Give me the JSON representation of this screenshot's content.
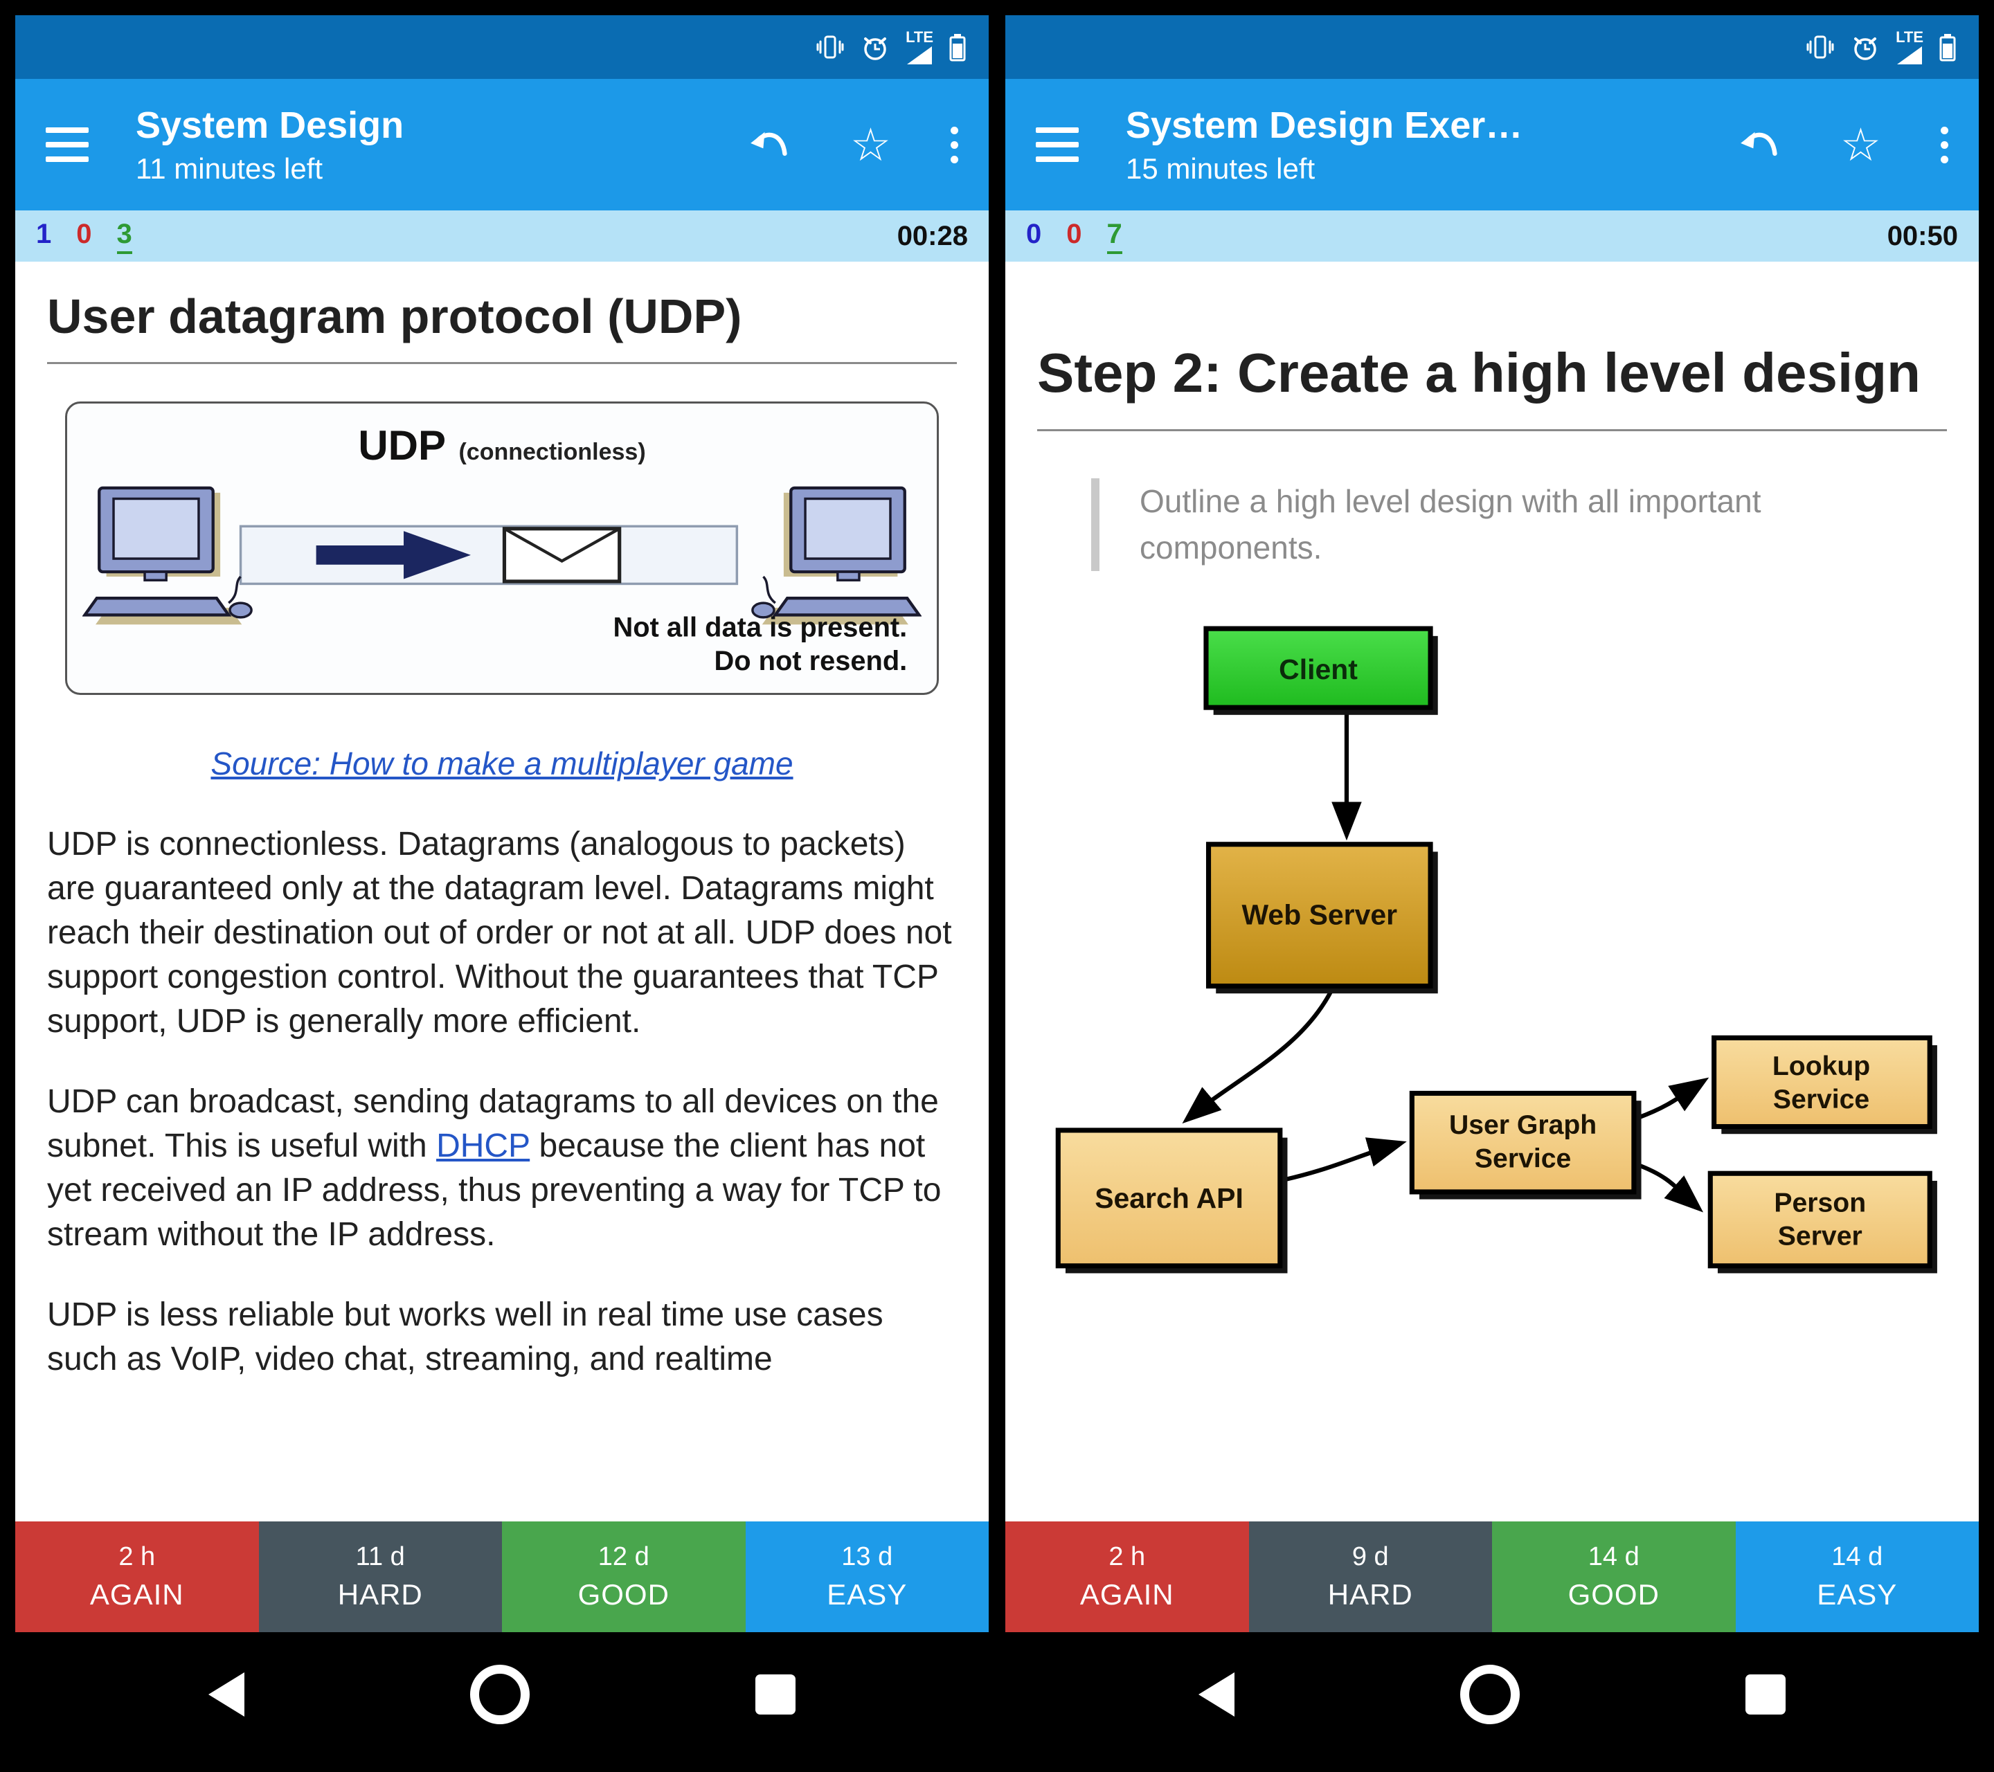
{
  "colors": {
    "statusbar": "#0a6cb2",
    "appbar": "#1c99e8",
    "counter_bg": "#b5e2f7",
    "new_count": "#2323c8",
    "learning_count": "#cc2a2a",
    "review_count": "#2e9a34",
    "link": "#2456c7",
    "again": "#cb3a36",
    "hard": "#46555e",
    "good": "#49a64d",
    "easy": "#1e9be9",
    "client_node": "#33cc33",
    "webserver_node": "#cf9e28",
    "service_node": "#f2cd8c"
  },
  "statusbar": {
    "lte": "LTE"
  },
  "left": {
    "appbar": {
      "title": "System Design",
      "subtitle": "11 minutes left"
    },
    "counter": {
      "new": "1",
      "learning": "0",
      "review": "3",
      "timer": "00:28"
    },
    "card": {
      "title": "User datagram protocol (UDP)",
      "figure": {
        "heading": "UDP",
        "heading_note": "(connectionless)",
        "caption_line1": "Not all data is present.",
        "caption_line2": "Do not resend."
      },
      "source_link": "Source: How to make a multiplayer game",
      "paragraph1": "UDP is connectionless. Datagrams (analogous to packets) are guaranteed only at the datagram level. Datagrams might reach their destination out of order or not at all. UDP does not support congestion control. Without the guarantees that TCP support, UDP is generally more efficient.",
      "paragraph2_before": "UDP can broadcast, sending datagrams to all devices on the subnet. This is useful with ",
      "paragraph2_link": "DHCP",
      "paragraph2_after": " because the client has not yet received an IP address, thus preventing a way for TCP to stream without the IP address.",
      "paragraph3": "UDP is less reliable but works well in real time use cases such as VoIP, video chat, streaming, and realtime"
    },
    "answers": [
      {
        "time": "2 h",
        "label": "AGAIN"
      },
      {
        "time": "11 d",
        "label": "HARD"
      },
      {
        "time": "12 d",
        "label": "GOOD"
      },
      {
        "time": "13 d",
        "label": "EASY"
      }
    ]
  },
  "right": {
    "appbar": {
      "title": "System Design Exer…",
      "subtitle": "15 minutes left"
    },
    "counter": {
      "new": "0",
      "learning": "0",
      "review": "7",
      "timer": "00:50"
    },
    "card": {
      "title": "Step 2: Create a high level design",
      "quote": "Outline a high level design with all important components.",
      "diagram_nodes": [
        {
          "line1": "Client",
          "line2": ""
        },
        {
          "line1": "Web Server",
          "line2": ""
        },
        {
          "line1": "Search API",
          "line2": ""
        },
        {
          "line1": "User Graph",
          "line2": "Service"
        },
        {
          "line1": "Lookup",
          "line2": "Service"
        },
        {
          "line1": "Person",
          "line2": "Server"
        }
      ]
    },
    "answers": [
      {
        "time": "2 h",
        "label": "AGAIN"
      },
      {
        "time": "9 d",
        "label": "HARD"
      },
      {
        "time": "14 d",
        "label": "GOOD"
      },
      {
        "time": "14 d",
        "label": "EASY"
      }
    ]
  }
}
